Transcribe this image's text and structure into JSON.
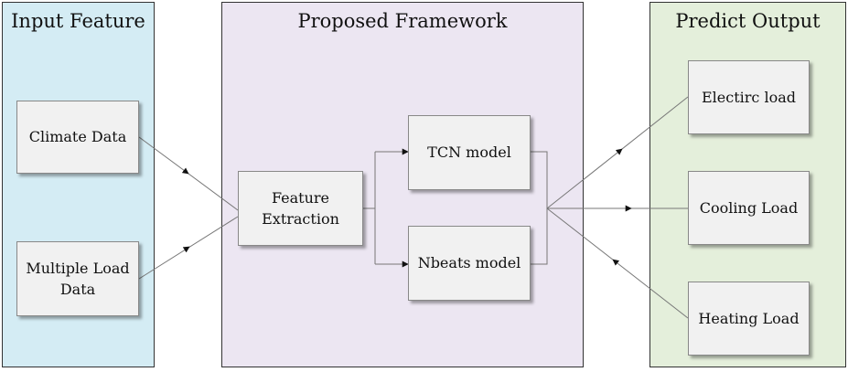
{
  "panels": {
    "input": {
      "title": "Input Feature"
    },
    "framework": {
      "title": "Proposed Framework"
    },
    "output": {
      "title": "Predict Output"
    }
  },
  "nodes": {
    "climate": {
      "label": "Climate Data"
    },
    "multiple_load": {
      "line1": "Multiple Load",
      "line2": "Data"
    },
    "feature": {
      "line1": "Feature",
      "line2": "Extraction"
    },
    "tcn": {
      "label": "TCN model"
    },
    "nbeats": {
      "label": "Nbeats model"
    },
    "electric": {
      "label": "Electirc load"
    },
    "cooling": {
      "label": "Cooling Load"
    },
    "heating": {
      "label": "Heating Load"
    }
  },
  "colors": {
    "input_bg": "#d4ecf4",
    "framework_bg": "#ece6f2",
    "output_bg": "#e4efdb",
    "box_bg": "#f1f1f1",
    "line": "#666666"
  }
}
